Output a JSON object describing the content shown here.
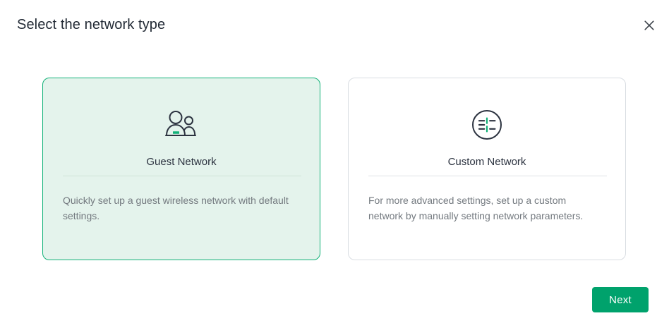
{
  "dialog": {
    "title": "Select the network type",
    "close_icon": "close-icon"
  },
  "colors": {
    "accent_green": "#00a26c",
    "selected_border": "#12b178",
    "selected_background": "#e4f3ec",
    "card_border": "#d9dde2",
    "title_text": "#222a35",
    "description_text": "#73797f",
    "icon_stroke": "#2c3340",
    "icon_accent": "#12b178"
  },
  "cards": [
    {
      "id": "guest-network",
      "icon": "people-icon",
      "title": "Guest Network",
      "description": "Quickly set up a guest wireless network with default settings.",
      "selected": true
    },
    {
      "id": "custom-network",
      "icon": "settings-sliders-circle-icon",
      "title": "Custom Network",
      "description": "For more advanced settings, set up a custom network by manually setting network parameters.",
      "selected": false
    }
  ],
  "footer": {
    "next_label": "Next"
  }
}
